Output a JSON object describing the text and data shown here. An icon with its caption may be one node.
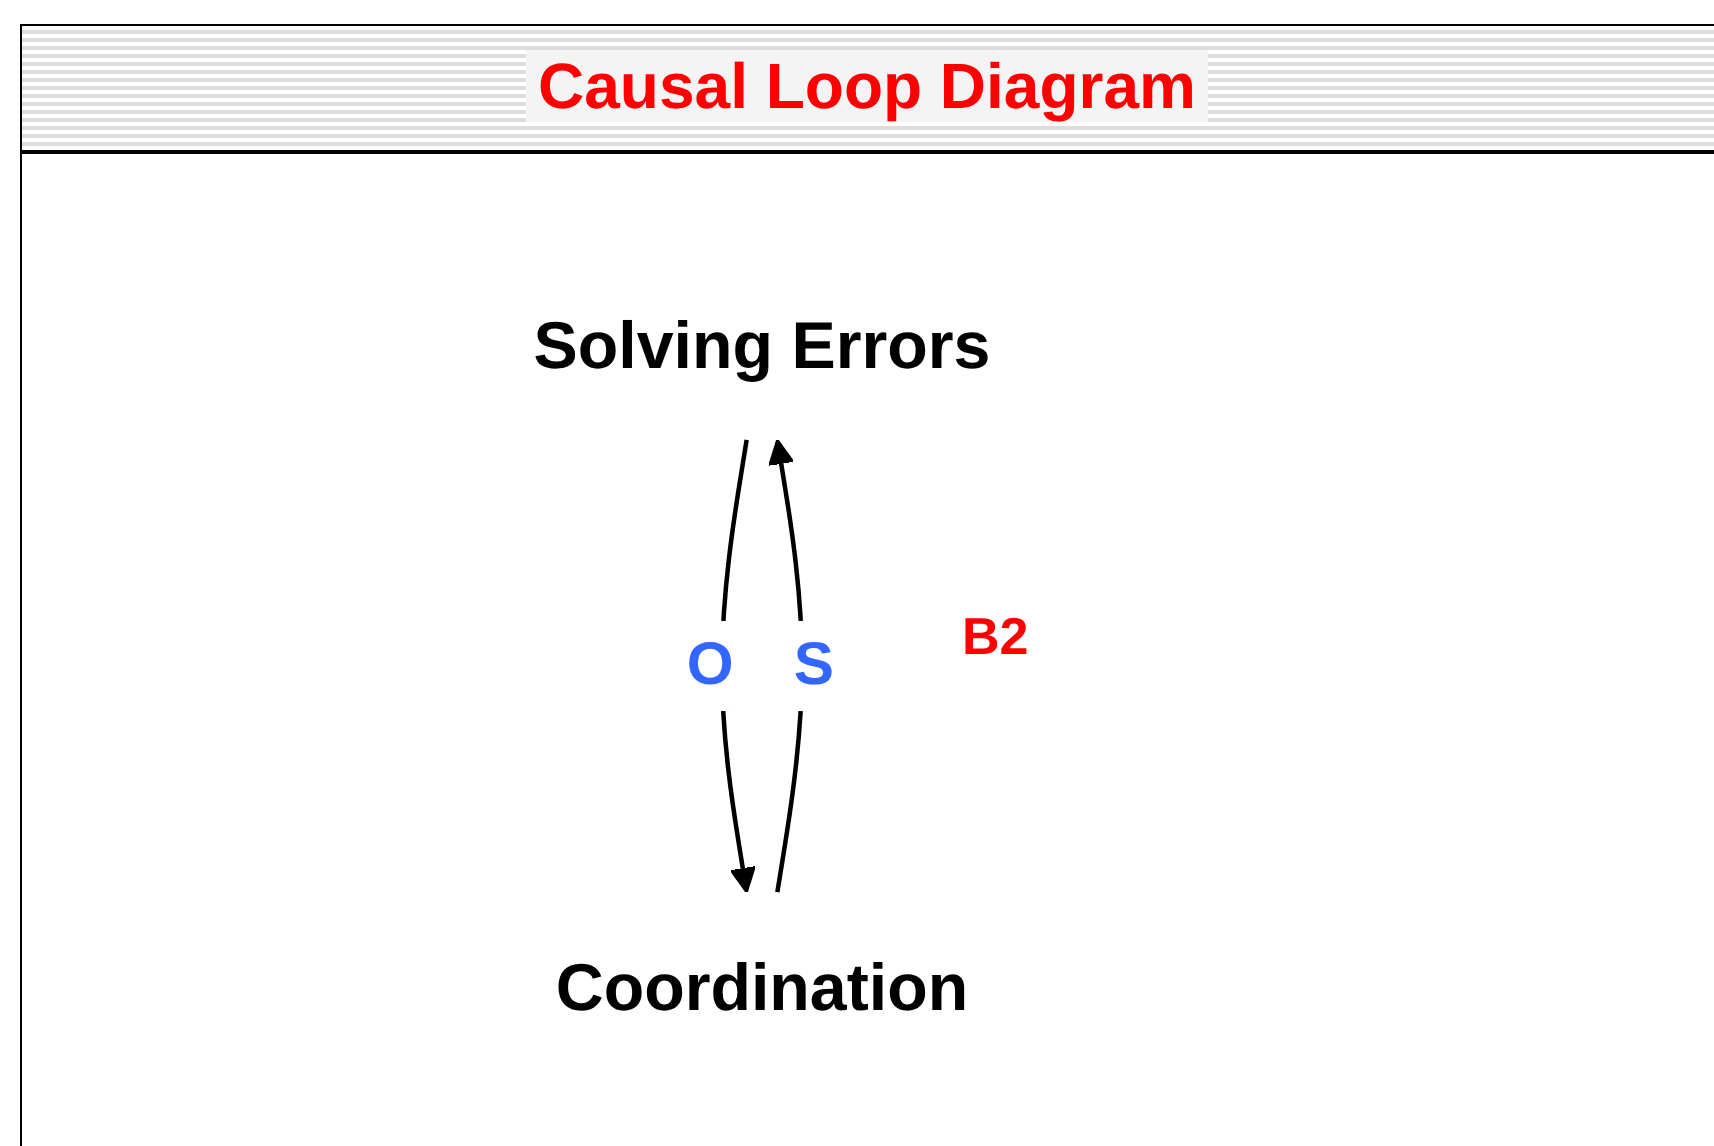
{
  "diagram": {
    "title": "Causal Loop Diagram",
    "nodes": [
      {
        "text": [
          "Solving Errors"
        ]
      },
      {
        "text": [
          "Coordination"
        ]
      }
    ],
    "edges": [
      {
        "from": 1,
        "to": 0,
        "label": "S",
        "arrow": "to"
      },
      {
        "from": 0,
        "to": 1,
        "label": "O",
        "arrow": "to"
      }
    ],
    "labels": [
      "B2"
    ]
  }
}
